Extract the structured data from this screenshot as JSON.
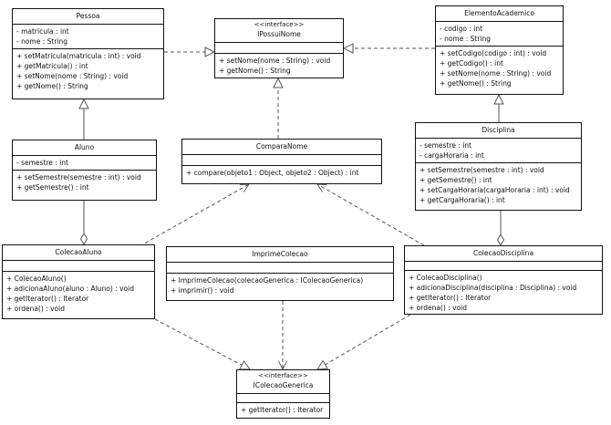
{
  "classes": {
    "pessoa": {
      "name": "Pessoa",
      "attributes": [
        "- matricula : int",
        "- nome : String"
      ],
      "methods": [
        "+ setMatricula(matricula : int) : void",
        "+ getMatricula() : int",
        "+ setNome(nome : String) : void",
        "+ getNome() : String"
      ]
    },
    "ipossuinome": {
      "stereotype": "<<interface>>",
      "name": "IPossuiNome",
      "methods": [
        "+ setNome(nome : String) : void",
        "+ getNome() : String"
      ]
    },
    "elementoacademico": {
      "name": "ElementoAcademico",
      "attributes": [
        "- codigo : int",
        "- nome : String"
      ],
      "methods": [
        "+ setCodigo(codigo : int) : void",
        "+ getCodigo() : int",
        "+ setNome(nome : String) : void",
        "+ getNome() : String"
      ]
    },
    "aluno": {
      "name": "Aluno",
      "attributes": [
        "- semestre : int"
      ],
      "methods": [
        "+ setSemestre(semestre : int) : void",
        "+ getSemestre() : int"
      ]
    },
    "comparanome": {
      "name": "ComparaNome",
      "methods": [
        "+ compare(objeto1 : Object, objeto2 : Object) : int"
      ]
    },
    "disciplina": {
      "name": "Disciplina",
      "attributes": [
        "- semestre : int",
        "- cargaHoraria : int"
      ],
      "methods": [
        "+ setSemestre(semestre : int) : void",
        "+ getSemestre() : int",
        "+ setCargaHoraria(cargaHoraria : int) : void",
        "+ getCargaHoraria() : int"
      ]
    },
    "colecaoaluno": {
      "name": "ColecaoAluno",
      "methods": [
        "+ ColecaoAluno()",
        "+ adicionaAluno(aluno : Aluno) : void",
        "+ getIterator() : Iterator",
        "+ ordena() : void"
      ]
    },
    "imprimecolecao": {
      "name": "ImprimeColecao",
      "methods": [
        "+ ImprimeColecao(colecaoGenerica : IColecaoGenerica)",
        "+ imprimir() : void"
      ]
    },
    "colecaodisciplina": {
      "name": "ColecaoDisciplina",
      "methods": [
        "+ ColecaoDisciplina()",
        "+ adicionaDisciplina(disciplina : Disciplina) : void",
        "+ getIterator() : Iterator",
        "+ ordena() : void"
      ]
    },
    "icolecaogenerica": {
      "stereotype": "<<interface>>",
      "name": "IColecaoGenerica",
      "methods": [
        "+ getIterator() : Iterator"
      ]
    }
  }
}
